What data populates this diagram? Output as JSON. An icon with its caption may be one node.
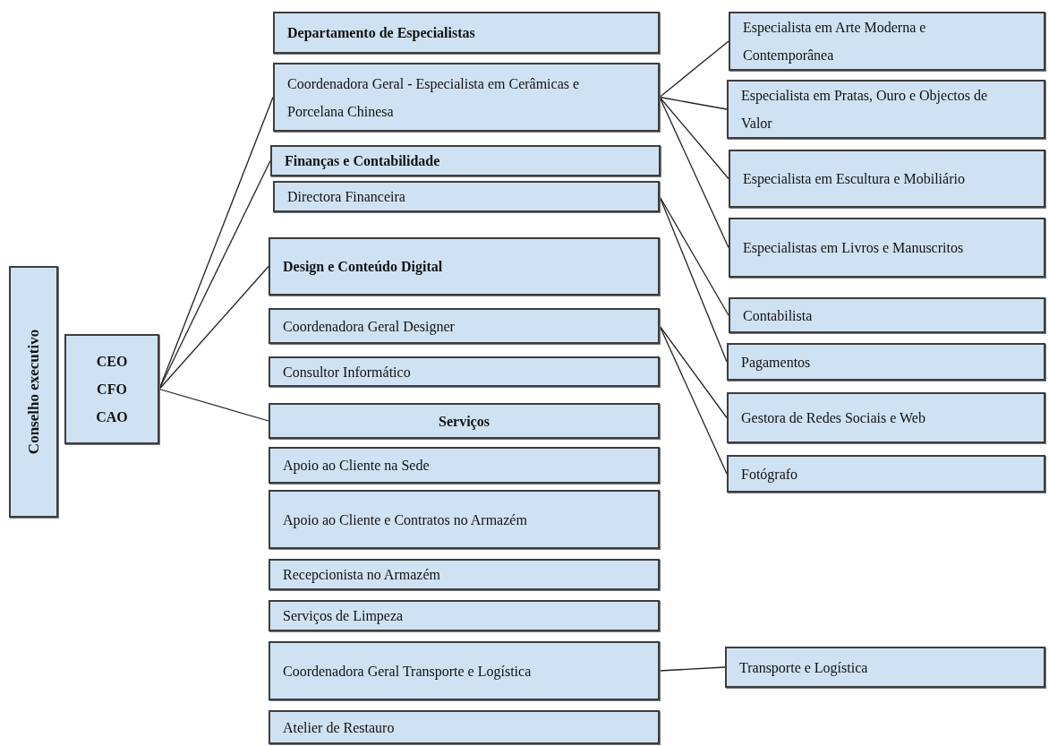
{
  "diagram": {
    "nodes": [
      {
        "text": [
          "Conselho executivo"
        ]
      },
      {
        "text": [
          "CEO CFO CAO"
        ]
      },
      {
        "text": [
          "Departamento de Especialistas"
        ]
      },
      {
        "text": [
          "Coordenadora Geral - Especialista em Cerâmicas e Porcelana Chinesa"
        ]
      },
      {
        "text": [
          "Finanças e Contabilidade"
        ]
      },
      {
        "text": [
          "Directora Financeira"
        ]
      },
      {
        "text": [
          "Design e Conteúdo Digital"
        ]
      },
      {
        "text": [
          "Coordenadora Geral Designer"
        ]
      },
      {
        "text": [
          "Consultor Informático"
        ]
      },
      {
        "text": [
          "Serviços"
        ]
      },
      {
        "text": [
          "Apoio ao Cliente na Sede"
        ]
      },
      {
        "text": [
          "Apoio ao Cliente e Contratos no Armazém"
        ]
      },
      {
        "text": [
          "Recepcionista no Armazém"
        ]
      },
      {
        "text": [
          "Serviços de Limpeza"
        ]
      },
      {
        "text": [
          "Coordenadora Geral Transporte e Logística"
        ]
      },
      {
        "text": [
          "Atelier de Restauro"
        ]
      },
      {
        "text": [
          "Especialista em Arte Moderna e Contemporânea"
        ]
      },
      {
        "text": [
          "Especialista em Pratas, Ouro e Objectos de Valor"
        ]
      },
      {
        "text": [
          "Especialista em Escultura e Mobiliário"
        ]
      },
      {
        "text": [
          "Especialistas em Livros e Manuscritos"
        ]
      },
      {
        "text": [
          "Contabilista"
        ]
      },
      {
        "text": [
          "Pagamentos"
        ]
      },
      {
        "text": [
          "Gestora de Redes Sociais e Web"
        ]
      },
      {
        "text": [
          "Fotógrafo"
        ]
      },
      {
        "text": [
          "Transporte e Logística"
        ]
      }
    ],
    "edges": [
      {
        "from": 1,
        "to": 3,
        "arrow": "none"
      },
      {
        "from": 1,
        "to": 4,
        "arrow": "none"
      },
      {
        "from": 1,
        "to": 6,
        "arrow": "none"
      },
      {
        "from": 1,
        "to": 9,
        "arrow": "none"
      },
      {
        "from": 3,
        "to": 16,
        "arrow": "none"
      },
      {
        "from": 3,
        "to": 17,
        "arrow": "none"
      },
      {
        "from": 3,
        "to": 18,
        "arrow": "none"
      },
      {
        "from": 3,
        "to": 19,
        "arrow": "none"
      },
      {
        "from": 5,
        "to": 20,
        "arrow": "none"
      },
      {
        "from": 5,
        "to": 21,
        "arrow": "none"
      },
      {
        "from": 7,
        "to": 22,
        "arrow": "none"
      },
      {
        "from": 7,
        "to": 23,
        "arrow": "none"
      },
      {
        "from": 14,
        "to": 24,
        "arrow": "none"
      }
    ]
  }
}
